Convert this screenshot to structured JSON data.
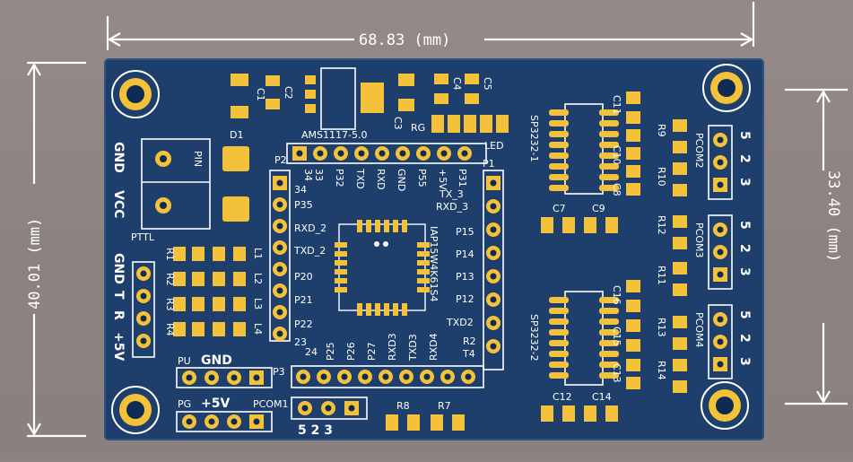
{
  "dimensions": {
    "width": "68.83 (mm)",
    "height_left": "40.01 (mm)",
    "height_right": "33.40 (mm)"
  },
  "board_color": "#1e3f6b",
  "pad_color": "#f4c23a",
  "labels": {
    "gnd_left": "GND",
    "vcc_left": "VCC",
    "pin": "PIN",
    "pttl": "PTTL",
    "d1": "D1",
    "c1": "C1",
    "c2": "C2",
    "ams": "AMS1117-5.0",
    "c3": "C3",
    "rg": "RG",
    "c4": "C4",
    "c5": "C5",
    "led": "LED",
    "p2": "P2",
    "p1": "P1",
    "p3": "P3",
    "chip": "IAP15W4K61S4",
    "sp1": "SP3232-1",
    "sp2": "SP3232-2",
    "c7": "C7",
    "c9": "C9",
    "c12": "C12",
    "c14": "C14",
    "c11": "C11",
    "c10": "C10",
    "c8": "C8",
    "c16": "C16",
    "c15": "C15",
    "c13": "C13",
    "r9": "R9",
    "r10": "R10",
    "r12": "R12",
    "r11": "R11",
    "r13": "R13",
    "r14": "R14",
    "r8": "R8",
    "r7": "R7",
    "r1": "R1",
    "r2": "R2",
    "r3": "R3",
    "r4": "R4",
    "l1": "L1",
    "l2": "L2",
    "l3": "L3",
    "l4": "L4",
    "pcom1": "PCOM1",
    "pcom2": "PCOM2",
    "pcom3": "PCOM3",
    "pcom4": "PCOM4",
    "pu": "PU",
    "pg": "PG",
    "gnd_bottom": "GND",
    "plus5v_bottom": "+5V",
    "uart_gnd": "GND",
    "uart_t": "T",
    "uart_r": "R",
    "uart_5v": "+5V",
    "pcom1_pins": "5  2  3",
    "pcom_pin5": "5",
    "pcom_pin2": "2",
    "pcom_pin3": "3"
  },
  "top_header_labels": [
    "33",
    "P32",
    "TXD",
    "RXD",
    "GND",
    "P55",
    "+5V"
  ],
  "top_header_extra": [
    "34",
    "P31"
  ],
  "left_header_labels": [
    "P35",
    "RXD_2",
    "TXD_2",
    "P20",
    "P21",
    "P22"
  ],
  "left_header_extra": [
    "34",
    "23",
    "24"
  ],
  "right_header_labels": [
    "RXD_3",
    "P15",
    "P14",
    "P13",
    "P12",
    "TXD2"
  ],
  "right_header_extra": [
    "TX_3",
    "R2",
    "T4"
  ],
  "bottom_header_labels": [
    "P25",
    "P26",
    "P27",
    "RXD3",
    "TXD3",
    "RXD4"
  ]
}
